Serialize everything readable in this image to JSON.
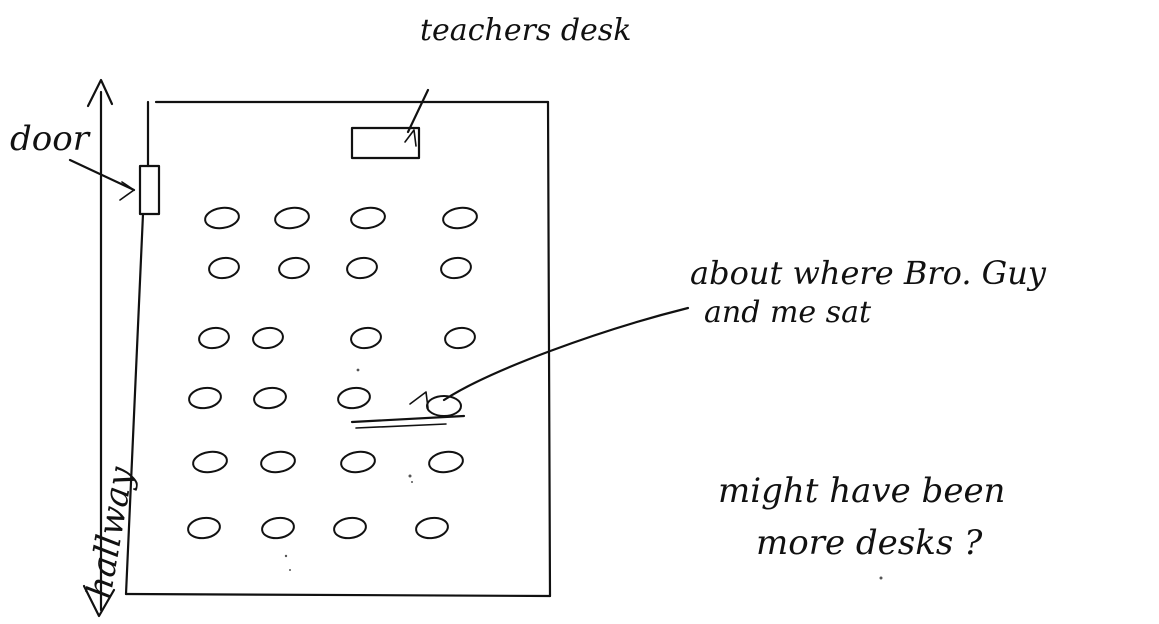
{
  "labels": {
    "teachers_desk": "teachers desk",
    "door": "door",
    "hallway": "hallway",
    "where_sat_line1": "about where Bro. Guy",
    "where_sat_line2": "and me sat",
    "more_desks_line1": "might have been",
    "more_desks_line2": "more desks ?"
  },
  "desk_rows": 6,
  "desks_per_row": 4,
  "colors": {
    "ink": "#111111",
    "paper": "#ffffff"
  }
}
